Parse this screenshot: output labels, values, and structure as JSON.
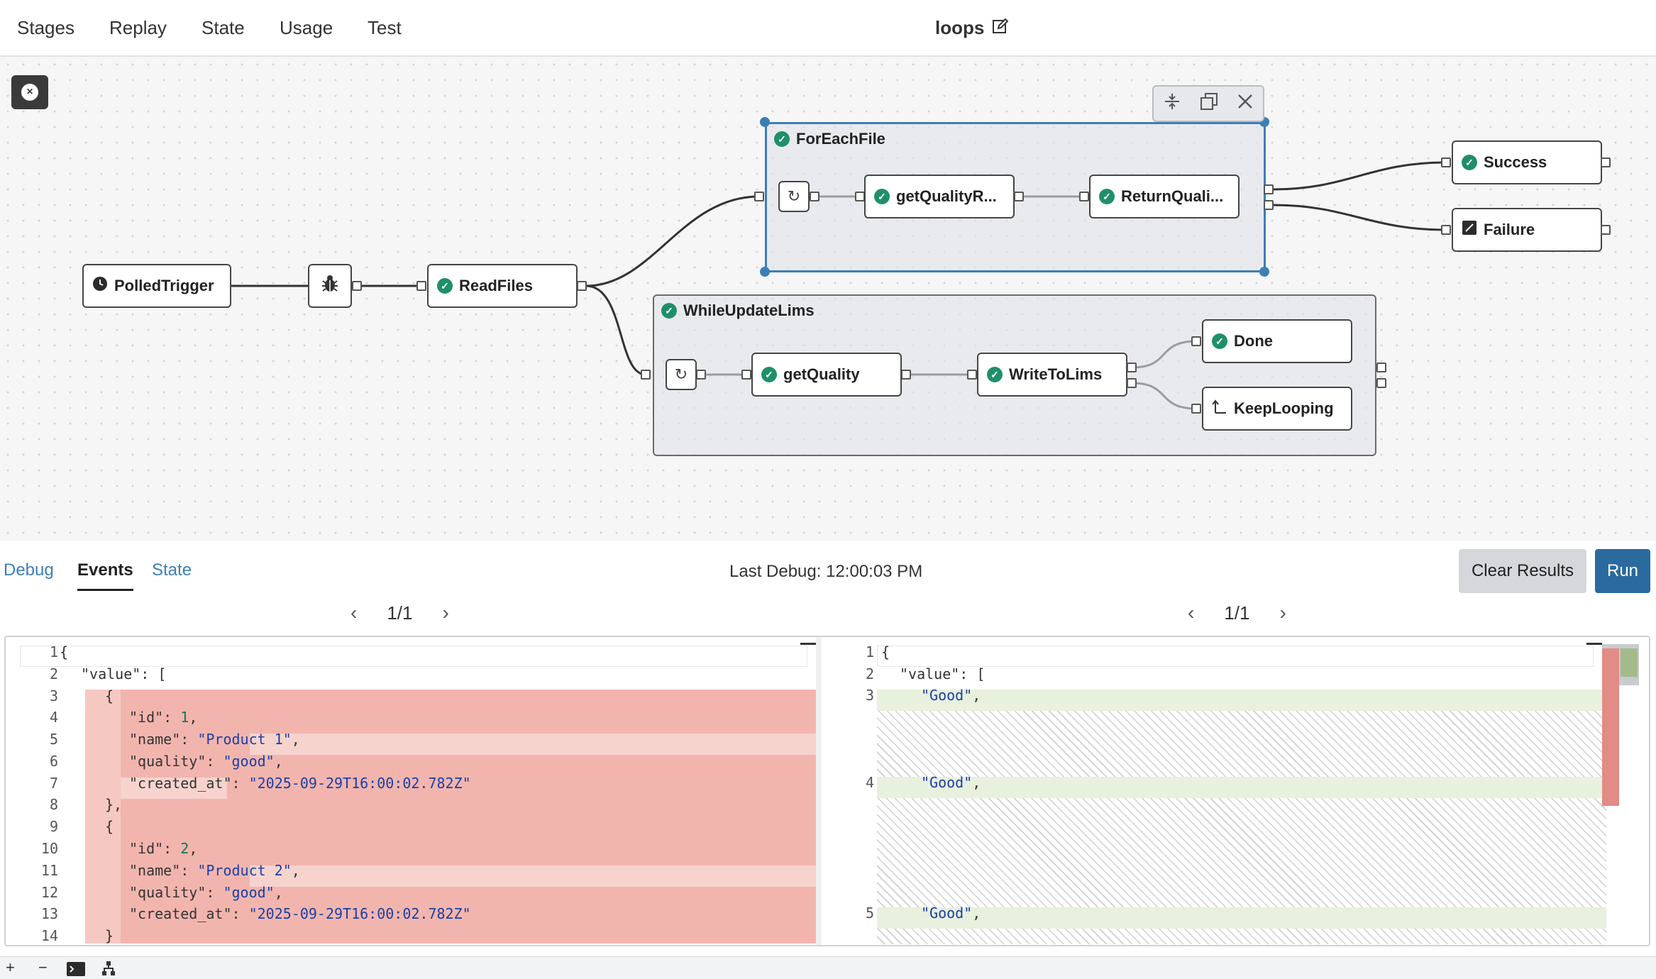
{
  "nav": {
    "tabs": [
      "Stages",
      "Replay",
      "State",
      "Usage",
      "Test"
    ],
    "title": "loops",
    "edit_icon": "pencil-edit-icon"
  },
  "canvas": {
    "collapse_icon": "circle-close-icon",
    "toolbar_icons": [
      "compress-icon",
      "copy-icon",
      "close-icon"
    ],
    "nodes": {
      "polled_trigger": "PolledTrigger",
      "debug_icon": "bug-icon",
      "read_files": "ReadFiles",
      "for_each_file": "ForEachFile",
      "get_quality_r": "getQualityR...",
      "return_quali": "ReturnQuali...",
      "success": "Success",
      "failure": "Failure",
      "while_update_lims": "WhileUpdateLims",
      "get_quality": "getQuality",
      "write_to_lims": "WriteToLims",
      "done": "Done",
      "keep_looping": "KeepLooping"
    }
  },
  "panel": {
    "tabs": [
      "Debug",
      "Events",
      "State"
    ],
    "active_tab": "Events",
    "last_debug": "Last Debug: 12:00:03 PM",
    "clear_label": "Clear Results",
    "run_label": "Run",
    "left_pager": "1/1",
    "right_pager": "1/1"
  },
  "diff": {
    "left_lines": [
      {
        "n": "1",
        "text": "{"
      },
      {
        "n": "2",
        "text": "\"value\": ["
      },
      {
        "n": "3",
        "text": "{"
      },
      {
        "n": "4",
        "text": "\"id\": 1,"
      },
      {
        "n": "5",
        "text": "\"name\": \"Product 1\","
      },
      {
        "n": "6",
        "text": "\"quality\": \"good\","
      },
      {
        "n": "7",
        "text": "\"created_at\": \"2025-09-29T16:00:02.782Z\""
      },
      {
        "n": "8",
        "text": "},"
      },
      {
        "n": "9",
        "text": "{"
      },
      {
        "n": "10",
        "text": "\"id\": 2,"
      },
      {
        "n": "11",
        "text": "\"name\": \"Product 2\","
      },
      {
        "n": "12",
        "text": "\"quality\": \"good\","
      },
      {
        "n": "13",
        "text": "\"created_at\": \"2025-09-29T16:00:02.782Z\""
      },
      {
        "n": "14",
        "text": "}"
      }
    ],
    "right_lines": [
      {
        "n": "1",
        "text": "{"
      },
      {
        "n": "2",
        "text": "\"value\": ["
      },
      {
        "n": "3",
        "text": "\"Good\","
      },
      {
        "n": "4",
        "text": "\"Good\","
      },
      {
        "n": "5",
        "text": "\"Good\","
      }
    ]
  },
  "statusbar": {
    "icons": [
      "zoom-in-icon",
      "zoom-out-icon",
      "terminal-icon",
      "hierarchy-icon"
    ]
  },
  "colors": {
    "accent": "#2a6a9e",
    "success": "#1f8f6a",
    "selection": "#3c7fb6",
    "removed_bg": "#f2b5ae",
    "added_bg": "#e8f0de"
  }
}
